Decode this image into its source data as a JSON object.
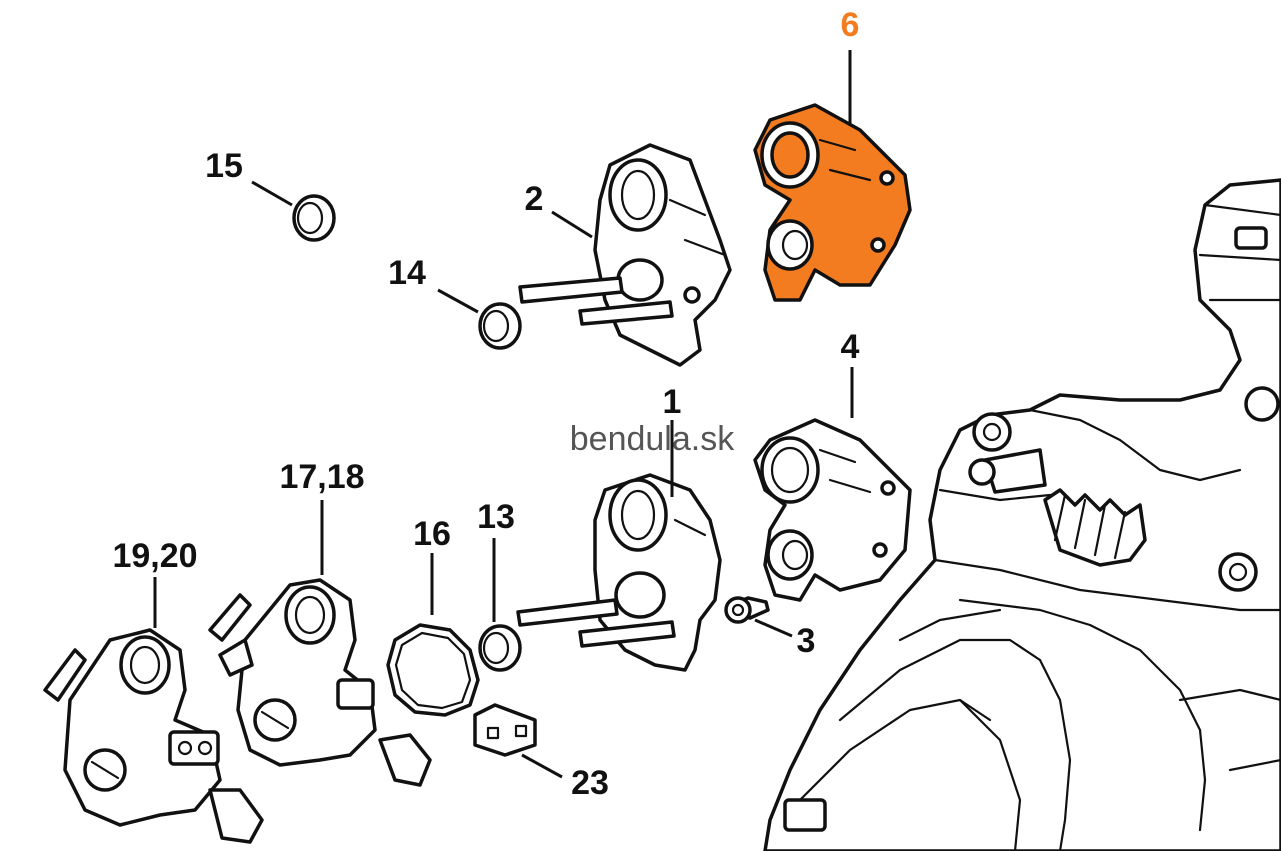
{
  "watermark": "bendula.sk",
  "highlight_color": "#f47c20",
  "labels": {
    "p1": "1",
    "p2": "2",
    "p3": "3",
    "p4": "4",
    "p6": "6",
    "p13": "13",
    "p14": "14",
    "p15": "15",
    "p16": "16",
    "p17_18": "17,18",
    "p19_20": "19,20",
    "p23": "23"
  }
}
